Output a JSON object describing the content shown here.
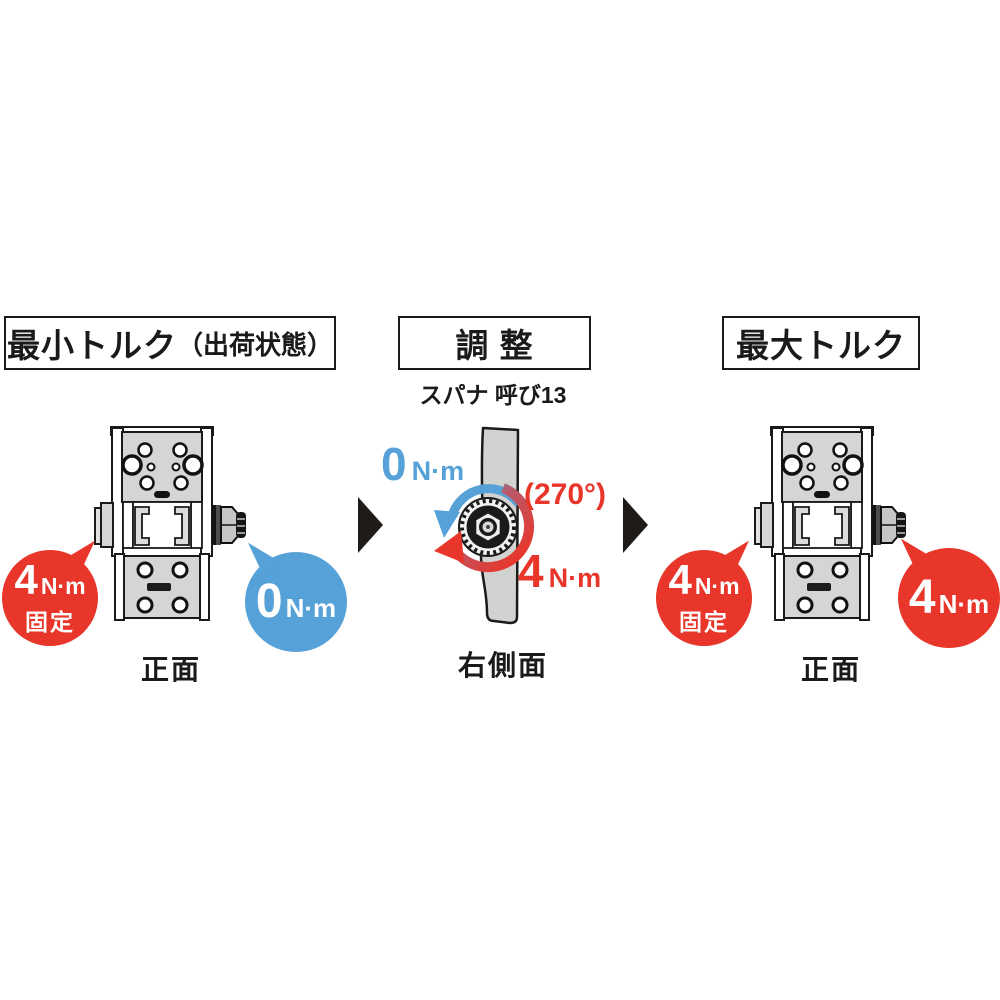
{
  "figure": "torque-hinge-adjustment-diagram",
  "colors": {
    "red": "#e8362b",
    "blue": "#55a1d8",
    "ink": "#1a1a1a",
    "metal": "#d5d5d3"
  },
  "panels": {
    "min": {
      "title_main": "最小トルク",
      "title_sub": "（出荷状態）",
      "view_label": "正面",
      "bubble_fixed": {
        "value": "4",
        "unit": "N·m",
        "note": "固定"
      },
      "bubble_free": {
        "value": "0",
        "unit": "N·m"
      }
    },
    "adjust": {
      "title": "調 整",
      "subtitle": "スパナ 呼び13",
      "view_label": "右側面",
      "torque_min": {
        "value": "0",
        "unit": "N·m"
      },
      "rotation": "(270°)",
      "torque_max": {
        "value": "4",
        "unit": "N·m"
      }
    },
    "max": {
      "title": "最大トルク",
      "view_label": "正面",
      "bubble_fixed": {
        "value": "4",
        "unit": "N·m",
        "note": "固定"
      },
      "bubble_free": {
        "value": "4",
        "unit": "N·m"
      }
    }
  }
}
